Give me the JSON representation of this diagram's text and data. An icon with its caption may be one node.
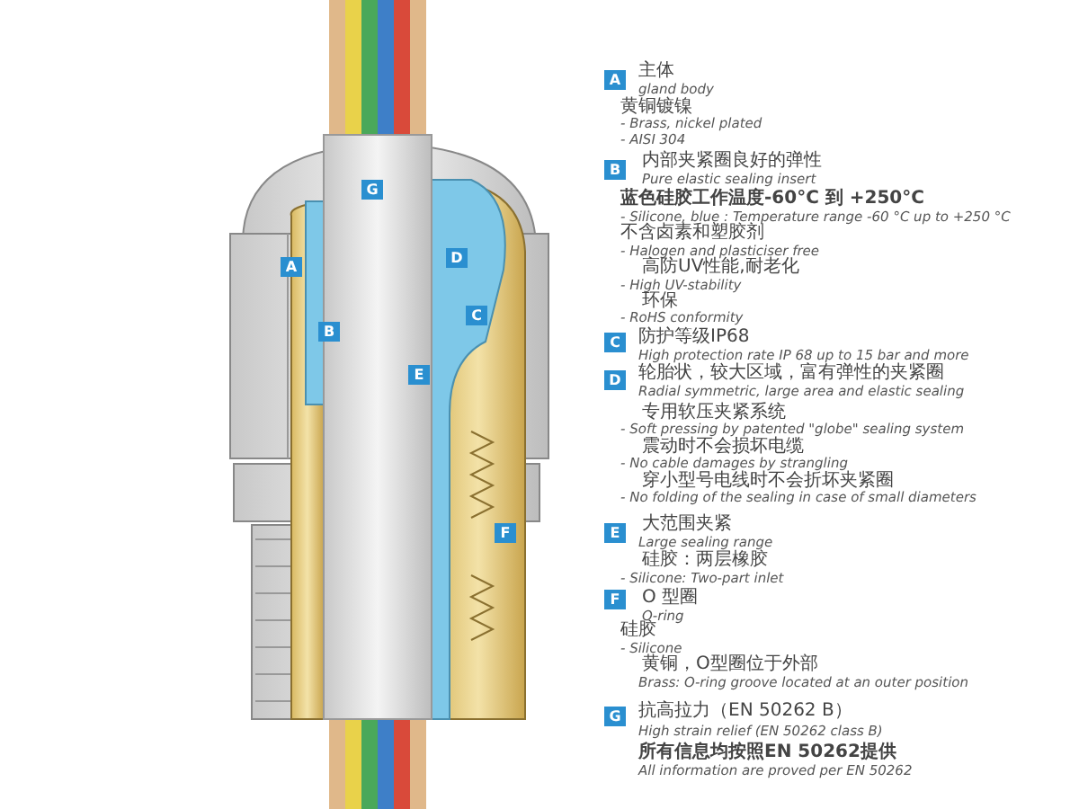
{
  "diagram": {
    "labels": [
      "G",
      "A",
      "D",
      "C",
      "B",
      "E",
      "F",
      "A",
      "主体",
      "gland body",
      "黄铜镀镍",
      "- Brass, nickel plated",
      "- AISI 304",
      "B",
      "内部夹紧圈良好的弹性",
      "Pure elastic sealing insert",
      "蓝色硅胶工作温度-60°C 到 +250°C",
      "- Silicone, blue : Temperature range -60 °C up to +250 °C",
      "不含卤素和塑胶剂",
      "- Halogen and plasticiser free",
      "高防UV性能,耐老化",
      "- High UV-stability",
      "环保",
      "- RoHS conformity",
      "C",
      "防护等级IP68",
      "High protection rate IP 68 up to 15 bar and more",
      "D",
      "轮胎状，较大区域，富有弹性的夹紧圈",
      "Radial symmetric, large area and elastic sealing",
      "专用软压夹紧系统",
      "- Soft pressing by patented \"globe\" sealing system",
      "震动时不会损坏电缆",
      "- No cable damages by strangling",
      "穿小型号电线时不会折坏夹紧圈",
      "- No folding of the sealing in case of small diameters",
      "E",
      "大范围夹紧",
      "Large sealing range",
      "硅胶：两层橡胶",
      "- Silicone: Two-part inlet",
      "F",
      "O 型圈",
      "O-ring",
      "硅胶",
      "- Silicone",
      "黄铜，O型圈位于外部",
      "Brass: O-ring groove located at an outer position",
      "G",
      "抗高拉力（EN 50262 B）",
      "High strain relief (EN 50262 class B)",
      "所有信息均按照EN 50262提供",
      "All information are proved per EN 50262"
    ]
  }
}
